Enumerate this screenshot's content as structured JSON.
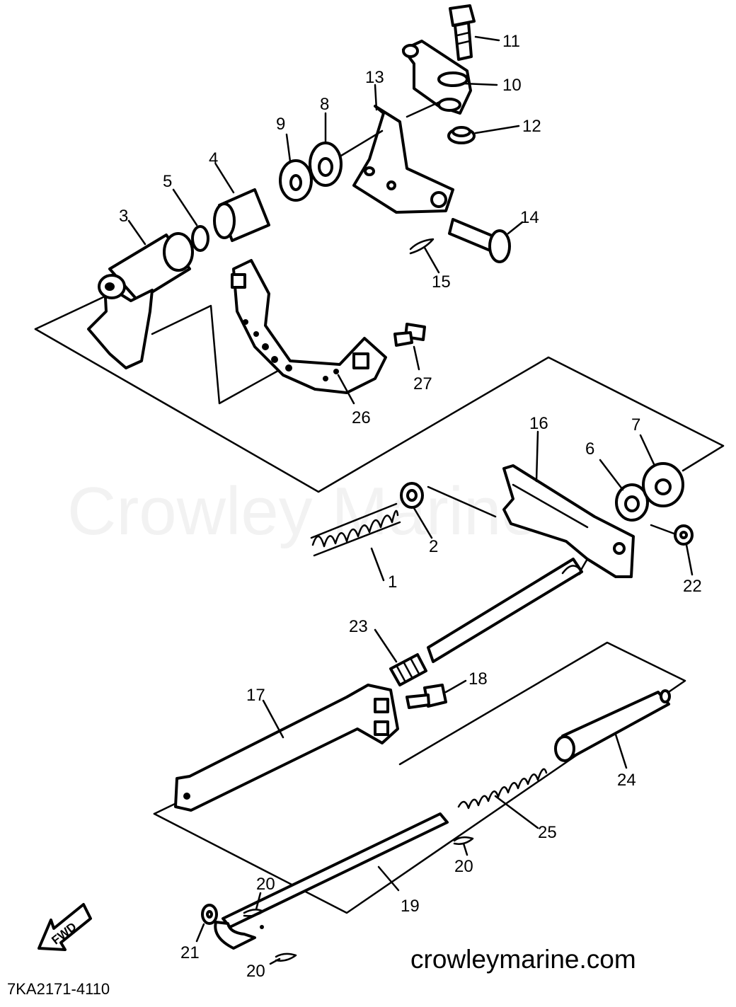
{
  "diagram": {
    "watermark": "Crowley Marine",
    "website": "crowleymarine.com",
    "drawing_code": "7KA2171-4110",
    "direction_label": "FWD",
    "callouts": [
      {
        "id": "c1",
        "text": "1"
      },
      {
        "id": "c2",
        "text": "2"
      },
      {
        "id": "c3",
        "text": "3"
      },
      {
        "id": "c4",
        "text": "4"
      },
      {
        "id": "c5",
        "text": "5"
      },
      {
        "id": "c6",
        "text": "6"
      },
      {
        "id": "c7",
        "text": "7"
      },
      {
        "id": "c8",
        "text": "8"
      },
      {
        "id": "c9",
        "text": "9"
      },
      {
        "id": "c10",
        "text": "10"
      },
      {
        "id": "c11",
        "text": "11"
      },
      {
        "id": "c12",
        "text": "12"
      },
      {
        "id": "c13",
        "text": "13"
      },
      {
        "id": "c14",
        "text": "14"
      },
      {
        "id": "c15",
        "text": "15"
      },
      {
        "id": "c16",
        "text": "16"
      },
      {
        "id": "c17",
        "text": "17"
      },
      {
        "id": "c18",
        "text": "18"
      },
      {
        "id": "c19",
        "text": "19"
      },
      {
        "id": "c20a",
        "text": "20"
      },
      {
        "id": "c20b",
        "text": "20"
      },
      {
        "id": "c20c",
        "text": "20"
      },
      {
        "id": "c21",
        "text": "21"
      },
      {
        "id": "c22",
        "text": "22"
      },
      {
        "id": "c23",
        "text": "23"
      },
      {
        "id": "c24",
        "text": "24"
      },
      {
        "id": "c25",
        "text": "25"
      },
      {
        "id": "c26",
        "text": "26"
      },
      {
        "id": "c27",
        "text": "27"
      }
    ]
  }
}
